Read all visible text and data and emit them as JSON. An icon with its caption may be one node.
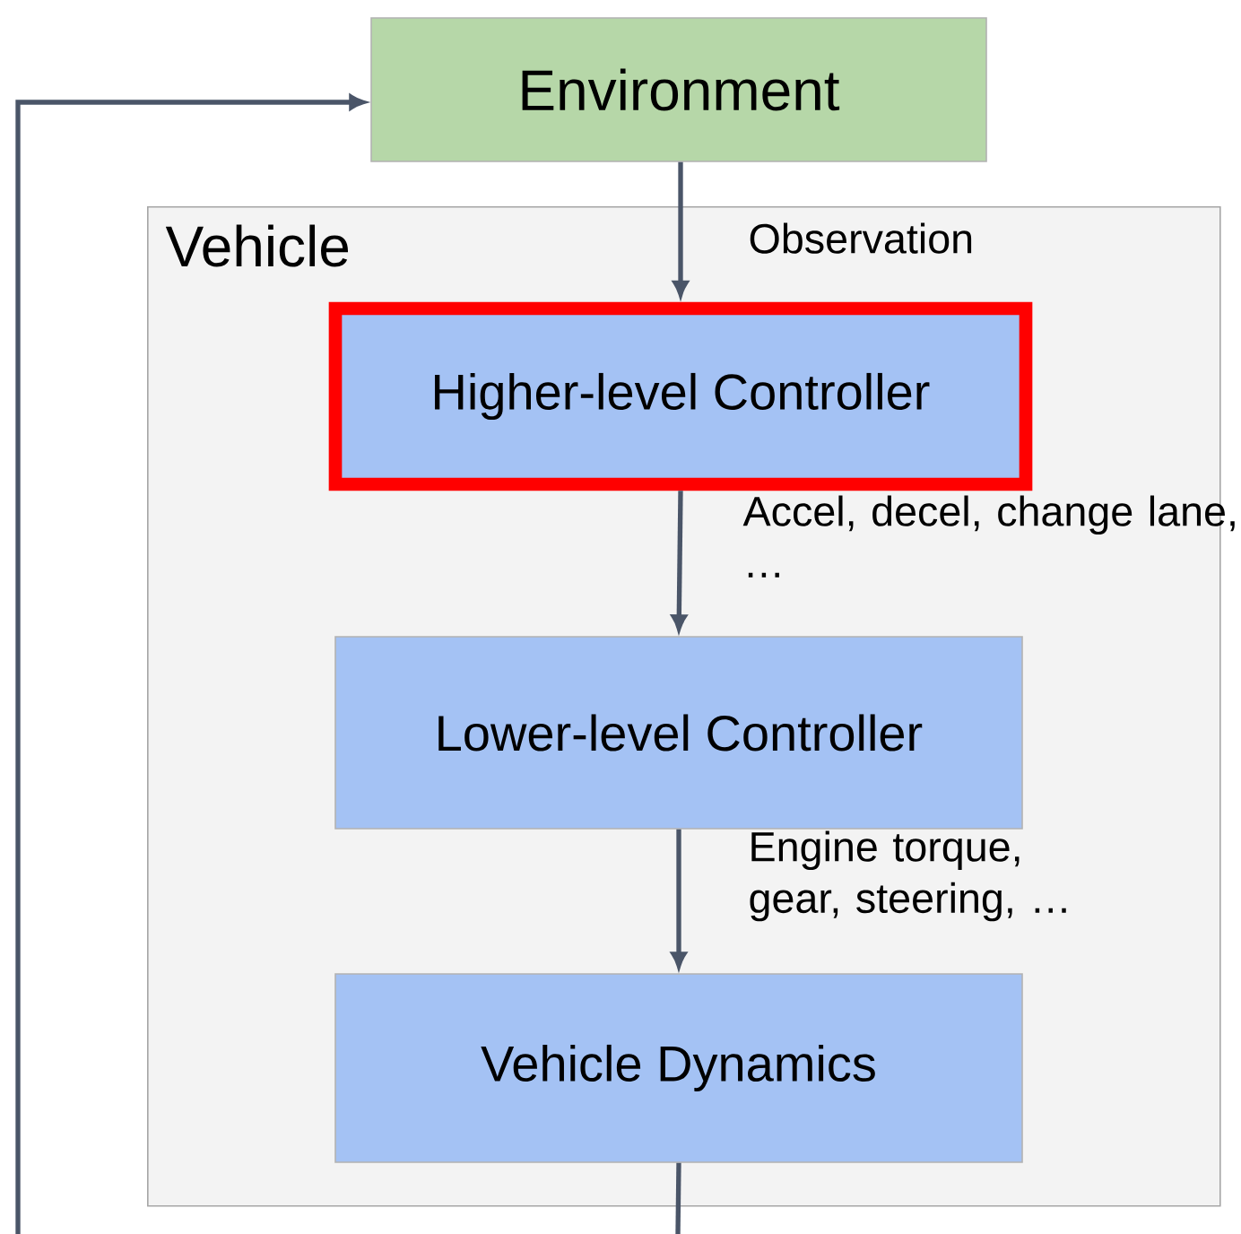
{
  "diagram": {
    "nodes": [
      {
        "text": [
          "Environment"
        ]
      },
      {
        "text": [
          "Vehicle"
        ]
      },
      {
        "text": [
          "Higher-level Controller"
        ],
        "in": 1
      },
      {
        "text": [
          "Lower-level Controller"
        ],
        "in": 1
      },
      {
        "text": [
          "Vehicle Dynamics"
        ],
        "in": 1
      }
    ],
    "edges": [
      {
        "from": 0,
        "to": 2,
        "arrow": "to",
        "label": "Observation"
      },
      {
        "from": 2,
        "to": 3,
        "arrow": "to",
        "label": "Accel, decel, change lane, …"
      },
      {
        "from": 3,
        "to": 4,
        "arrow": "to",
        "label": "Engine torque, gear, steering, …"
      },
      {
        "from": 4,
        "to": null,
        "arrow": "none"
      },
      {
        "from": null,
        "to": 0,
        "arrow": "to"
      }
    ]
  }
}
